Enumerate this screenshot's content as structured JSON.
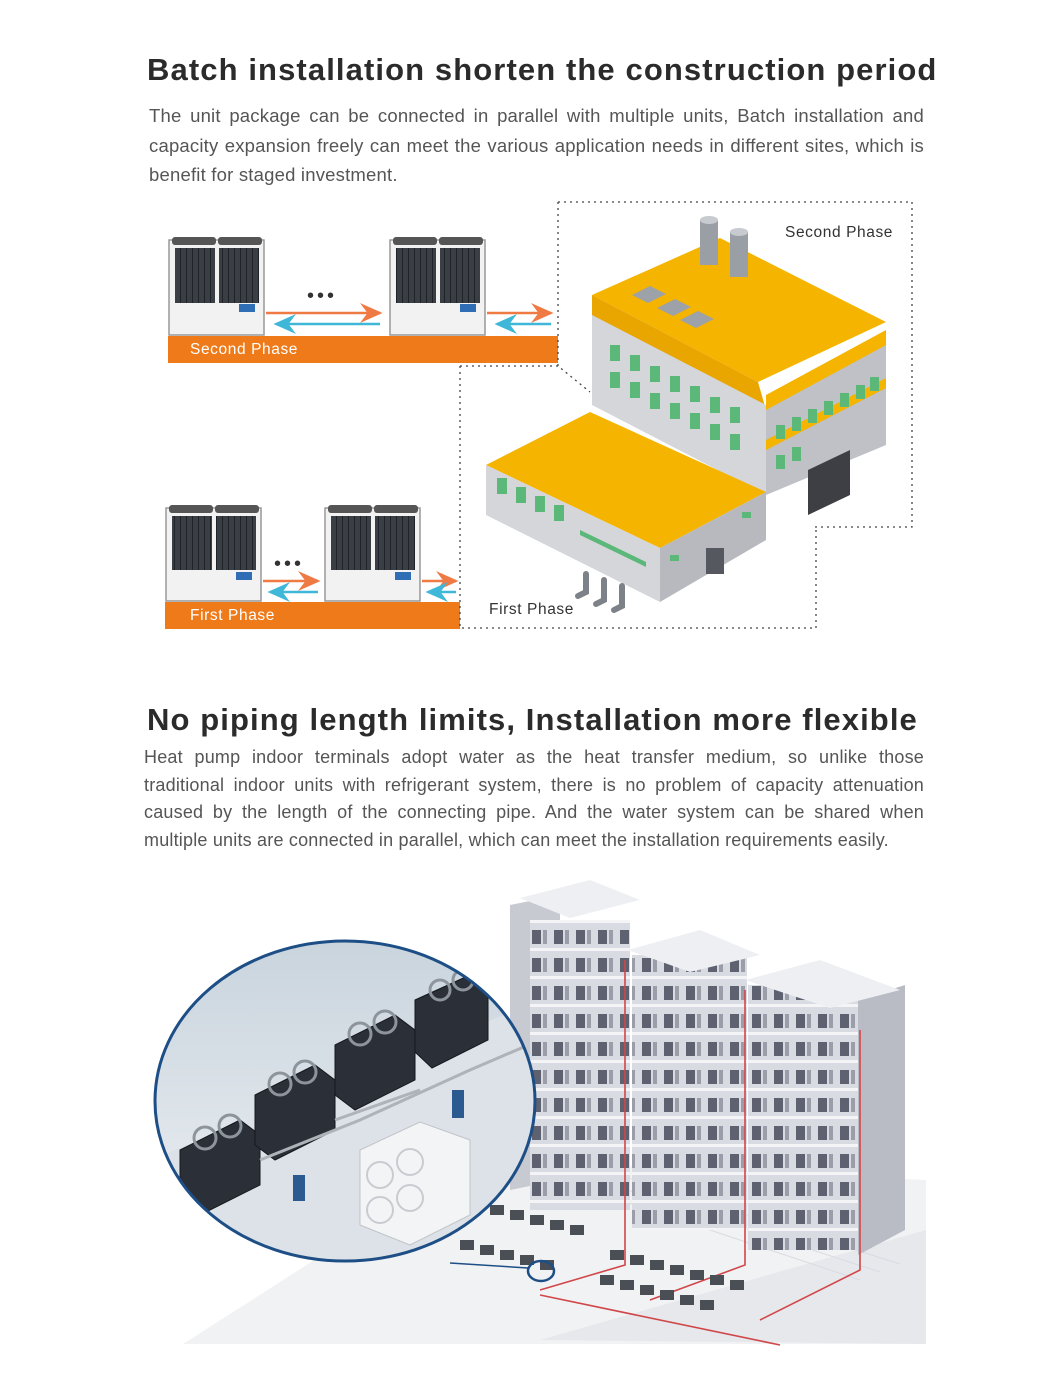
{
  "section1": {
    "title": "Batch installation shorten the construction period",
    "body": "The unit package can be connected in parallel with multiple units, Batch installation and capacity expansion freely can meet the various application needs in different sites, which is benefit for staged investment.",
    "diagram": {
      "second_phase_bar": "Second Phase",
      "first_phase_bar": "First Phase",
      "second_phase_building": "Second Phase",
      "first_phase_building": "First Phase",
      "ellipsis": "•••"
    }
  },
  "section2": {
    "title": "No piping length limits, Installation more flexible",
    "body": "Heat pump indoor terminals adopt water as the heat transfer medium, so unlike those traditional indoor units with refrigerant system, there is no problem of capacity attenuation caused by the length of the connecting pipe. And the water system can be shared when multiple units are connected in parallel, which can meet the installation requirements easily."
  },
  "colors": {
    "orange": "#ef7a1a",
    "roof_yellow": "#f5b400",
    "supply_arrow": "#f07a44",
    "return_arrow": "#3fb7d8",
    "window_green": "#5bb879"
  }
}
